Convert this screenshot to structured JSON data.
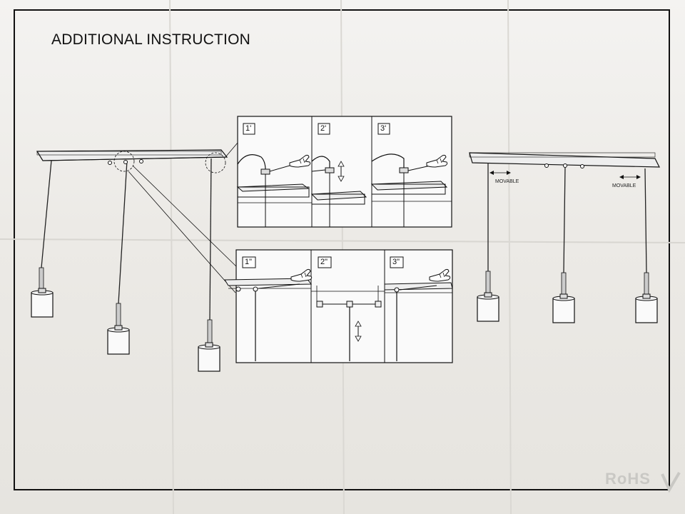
{
  "title": "ADDITIONAL INSTRUCTION",
  "panels_top": [
    "1'",
    "2'",
    "3'"
  ],
  "panels_bottom": [
    "1\"",
    "2\"",
    "3\""
  ],
  "movable_label": "MOVABLE",
  "watermark": "RoHS",
  "icons": [
    "up-down-arrow-icon",
    "left-right-arrow-icon",
    "hand-icon"
  ]
}
